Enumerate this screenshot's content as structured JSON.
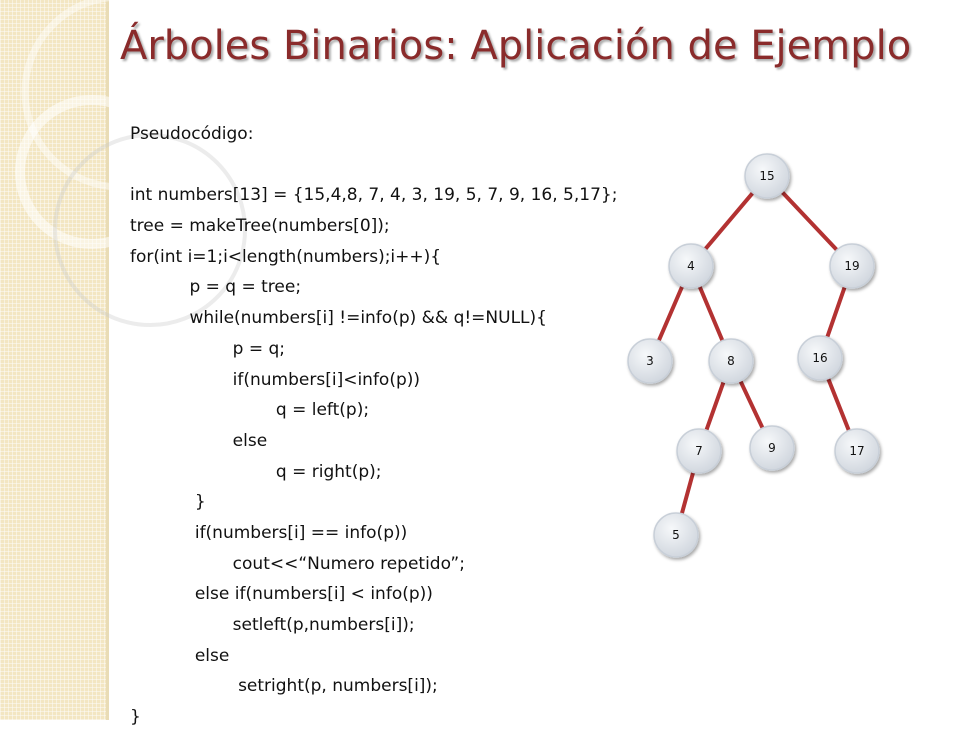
{
  "slide": {
    "title": "Árboles Binarios: Aplicación de Ejemplo"
  },
  "code": {
    "lines": [
      "Pseudocódigo:",
      "",
      "int numbers[13] = {15,4,8, 7, 4, 3, 19, 5, 7, 9, 16, 5,17};",
      "tree = makeTree(numbers[0]);",
      "for(int i=1;i<length(numbers);i++){",
      "           p = q = tree;",
      "           while(numbers[i] !=info(p) && q!=NULL){",
      "                   p = q;",
      "                   if(numbers[i]<info(p))",
      "                           q = left(p);",
      "                   else",
      "                           q = right(p);",
      "            }",
      "            if(numbers[i] == info(p))",
      "                   cout<<“Numero repetido”;",
      "            else if(numbers[i] < info(p))",
      "                   setleft(p,numbers[i]);",
      "            else",
      "                    setright(p, numbers[i]);",
      "}"
    ]
  },
  "tree": {
    "nodes": [
      {
        "id": "n15",
        "label": "15"
      },
      {
        "id": "n4",
        "label": "4"
      },
      {
        "id": "n19",
        "label": "19"
      },
      {
        "id": "n3",
        "label": "3"
      },
      {
        "id": "n8",
        "label": "8"
      },
      {
        "id": "n16",
        "label": "16"
      },
      {
        "id": "n7",
        "label": "7"
      },
      {
        "id": "n9",
        "label": "9"
      },
      {
        "id": "n17",
        "label": "17"
      },
      {
        "id": "n5",
        "label": "5"
      }
    ],
    "edges": [
      [
        "n15",
        "n4"
      ],
      [
        "n15",
        "n19"
      ],
      [
        "n4",
        "n3"
      ],
      [
        "n4",
        "n8"
      ],
      [
        "n19",
        "n16"
      ],
      [
        "n8",
        "n7"
      ],
      [
        "n8",
        "n9"
      ],
      [
        "n16",
        "n17"
      ],
      [
        "n7",
        "n5"
      ]
    ],
    "colors": {
      "edge": "#b33232",
      "node_fill": "#e3e7ec",
      "node_stroke": "#c8cfd8"
    }
  },
  "theme": {
    "title_color": "#8a2b2b",
    "band_color": "#f3e6c2"
  }
}
